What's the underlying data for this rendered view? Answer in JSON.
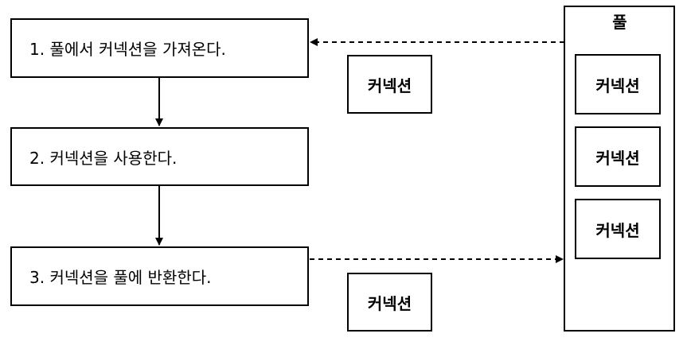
{
  "steps": [
    {
      "label": "1. 풀에서 커넥션을 가져온다."
    },
    {
      "label": "2. 커넥션을 사용한다."
    },
    {
      "label": "3. 커넥션을 풀에 반환한다."
    }
  ],
  "pool": {
    "title": "풀",
    "connections": [
      "커넥션",
      "커넥션",
      "커넥션"
    ]
  },
  "floating_connections": [
    "커넥션",
    "커넥션"
  ]
}
